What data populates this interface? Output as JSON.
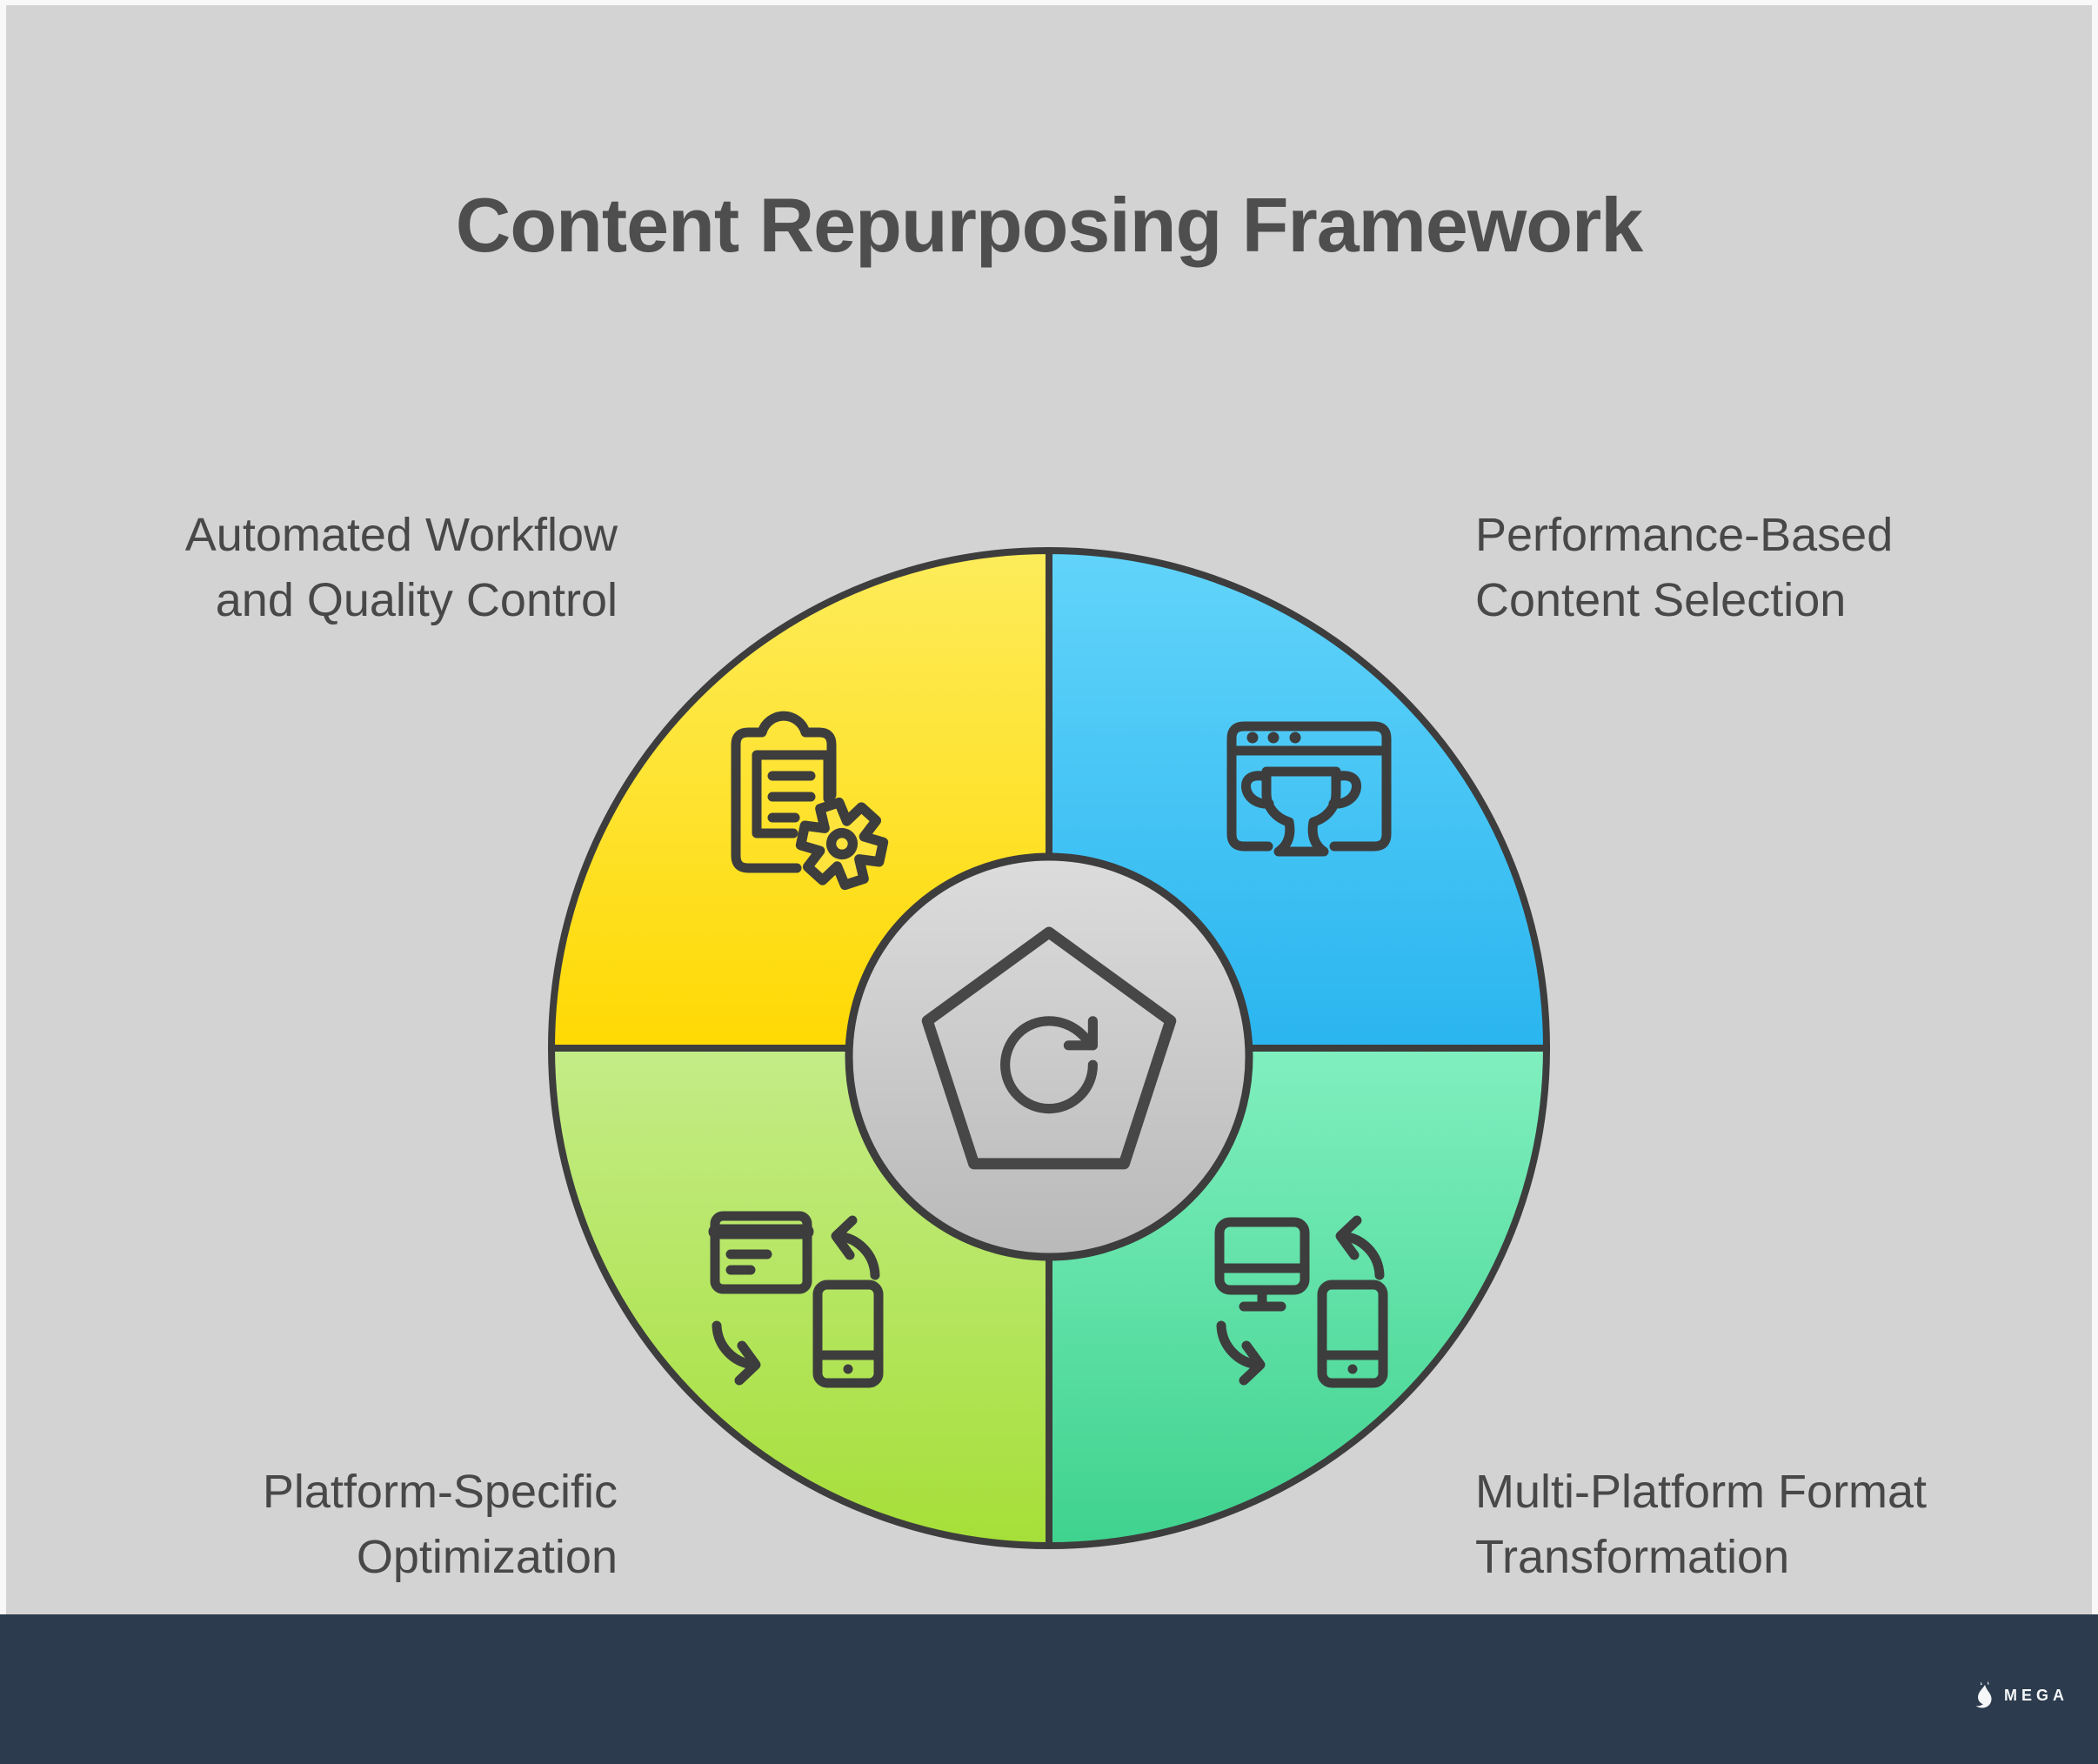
{
  "title": "Content Repurposing Framework",
  "segments": [
    {
      "id": "automated-workflow",
      "line1": "Automated Workflow",
      "line2": "and Quality Control",
      "position": "top-left",
      "icon": "clipboard-gear-icon",
      "color_top": "#fdec5b",
      "color_bottom": "#ffd903"
    },
    {
      "id": "performance-based-selection",
      "line1": "Performance-Based",
      "line2": "Content Selection",
      "position": "top-right",
      "icon": "browser-trophy-icon",
      "color_top": "#62d4fa",
      "color_bottom": "#2ab5ef"
    },
    {
      "id": "platform-specific-optimization",
      "line1": "Platform-Specific",
      "line2": "Optimization",
      "position": "bottom-left",
      "icon": "card-phone-sync-icon",
      "color_top": "#c4ec88",
      "color_bottom": "#a6df38"
    },
    {
      "id": "multi-platform-transformation",
      "line1": "Multi-Platform Format",
      "line2": "Transformation",
      "position": "bottom-right",
      "icon": "monitor-phone-sync-icon",
      "color_top": "#80efbf",
      "color_bottom": "#3fd28e"
    }
  ],
  "center": {
    "icon": "pentagon-refresh-icon",
    "hub_top": "#dcdcdc",
    "hub_bottom": "#b9b9b9"
  },
  "outline_color": "#3d3d3d",
  "footer": {
    "brand": "MEGA",
    "logo": "mega-logo",
    "background": "#2c3c4e"
  }
}
